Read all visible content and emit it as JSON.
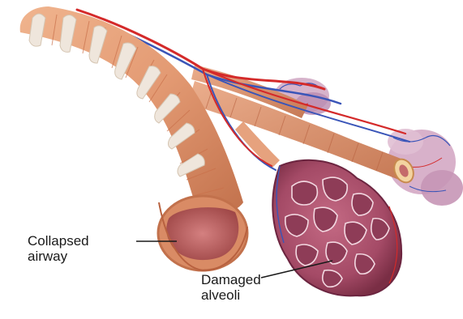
{
  "labels": {
    "collapsed_airway": {
      "line1": "Collapsed",
      "line2": "airway"
    },
    "damaged_alveoli": {
      "line1": "Damaged",
      "line2": "alveoli"
    }
  },
  "colors": {
    "airway_tissue": "#e39a73",
    "airway_dark": "#b8613f",
    "cartilage_ring": "#efe6dc",
    "lumen": "#c46a6a",
    "alveoli_tissue": "#b1566f",
    "alveoli_dark": "#7a2e45",
    "artery": "#d42a2a",
    "vein": "#3a55b8",
    "leader_line": "#1a1a1a"
  }
}
